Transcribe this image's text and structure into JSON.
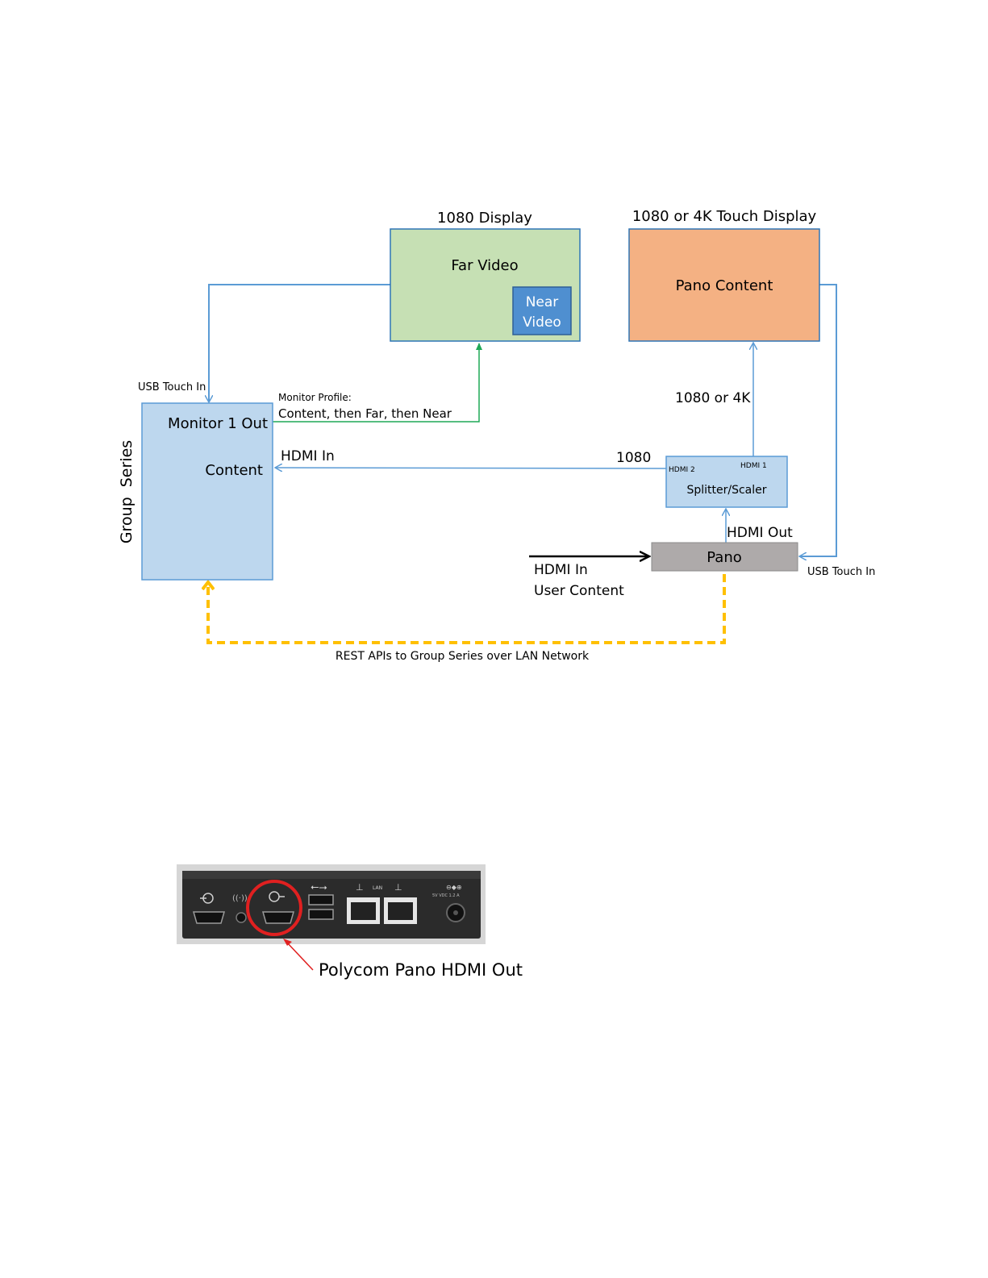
{
  "diagram": {
    "far_display": {
      "title": "1080 Display",
      "label": "Far Video",
      "inset_line1": "Near",
      "inset_line2": "Video"
    },
    "touch_display": {
      "title": "1080 or 4K Touch Display",
      "label": "Pano Content"
    },
    "group_series": {
      "side_label": "Group  Series",
      "monitor_out": "Monitor 1 Out",
      "content": "Content"
    },
    "labels": {
      "usb_touch_in_left": "USB Touch In",
      "monitor_profile_title": "Monitor Profile:",
      "monitor_profile_value": "Content, then Far, then Near",
      "hdmi_in_left": "HDMI In",
      "res_1080": "1080",
      "res_1080_or_4k": "1080 or 4K",
      "hdmi_out": "HDMI Out",
      "usb_touch_in_right": "USB Touch In",
      "hdmi_in_user_line1": "HDMI In",
      "hdmi_in_user_line2": "User Content",
      "rest_api": "REST APIs to Group Series over LAN Network"
    },
    "splitter": {
      "hdmi2": "HDMI 2",
      "hdmi1": "HDMI 1",
      "label": "Splitter/Scaler"
    },
    "pano": {
      "label": "Pano"
    }
  },
  "device_photo": {
    "lan_label": "LAN",
    "power_label": "5V VDC  1.2 A",
    "callout": "Polycom Pano HDMI Out"
  },
  "colors": {
    "blue_line": "#5b9bd5",
    "green_line": "#1fa856",
    "yellow_dash": "#ffc000",
    "far_display_fill": "#c6e0b4",
    "touch_display_fill": "#f4b183",
    "group_series_fill": "#bdd7ee",
    "pano_fill": "#aeaaaa",
    "inset_fill": "#4f8fd0",
    "callout_red": "#e02020"
  }
}
